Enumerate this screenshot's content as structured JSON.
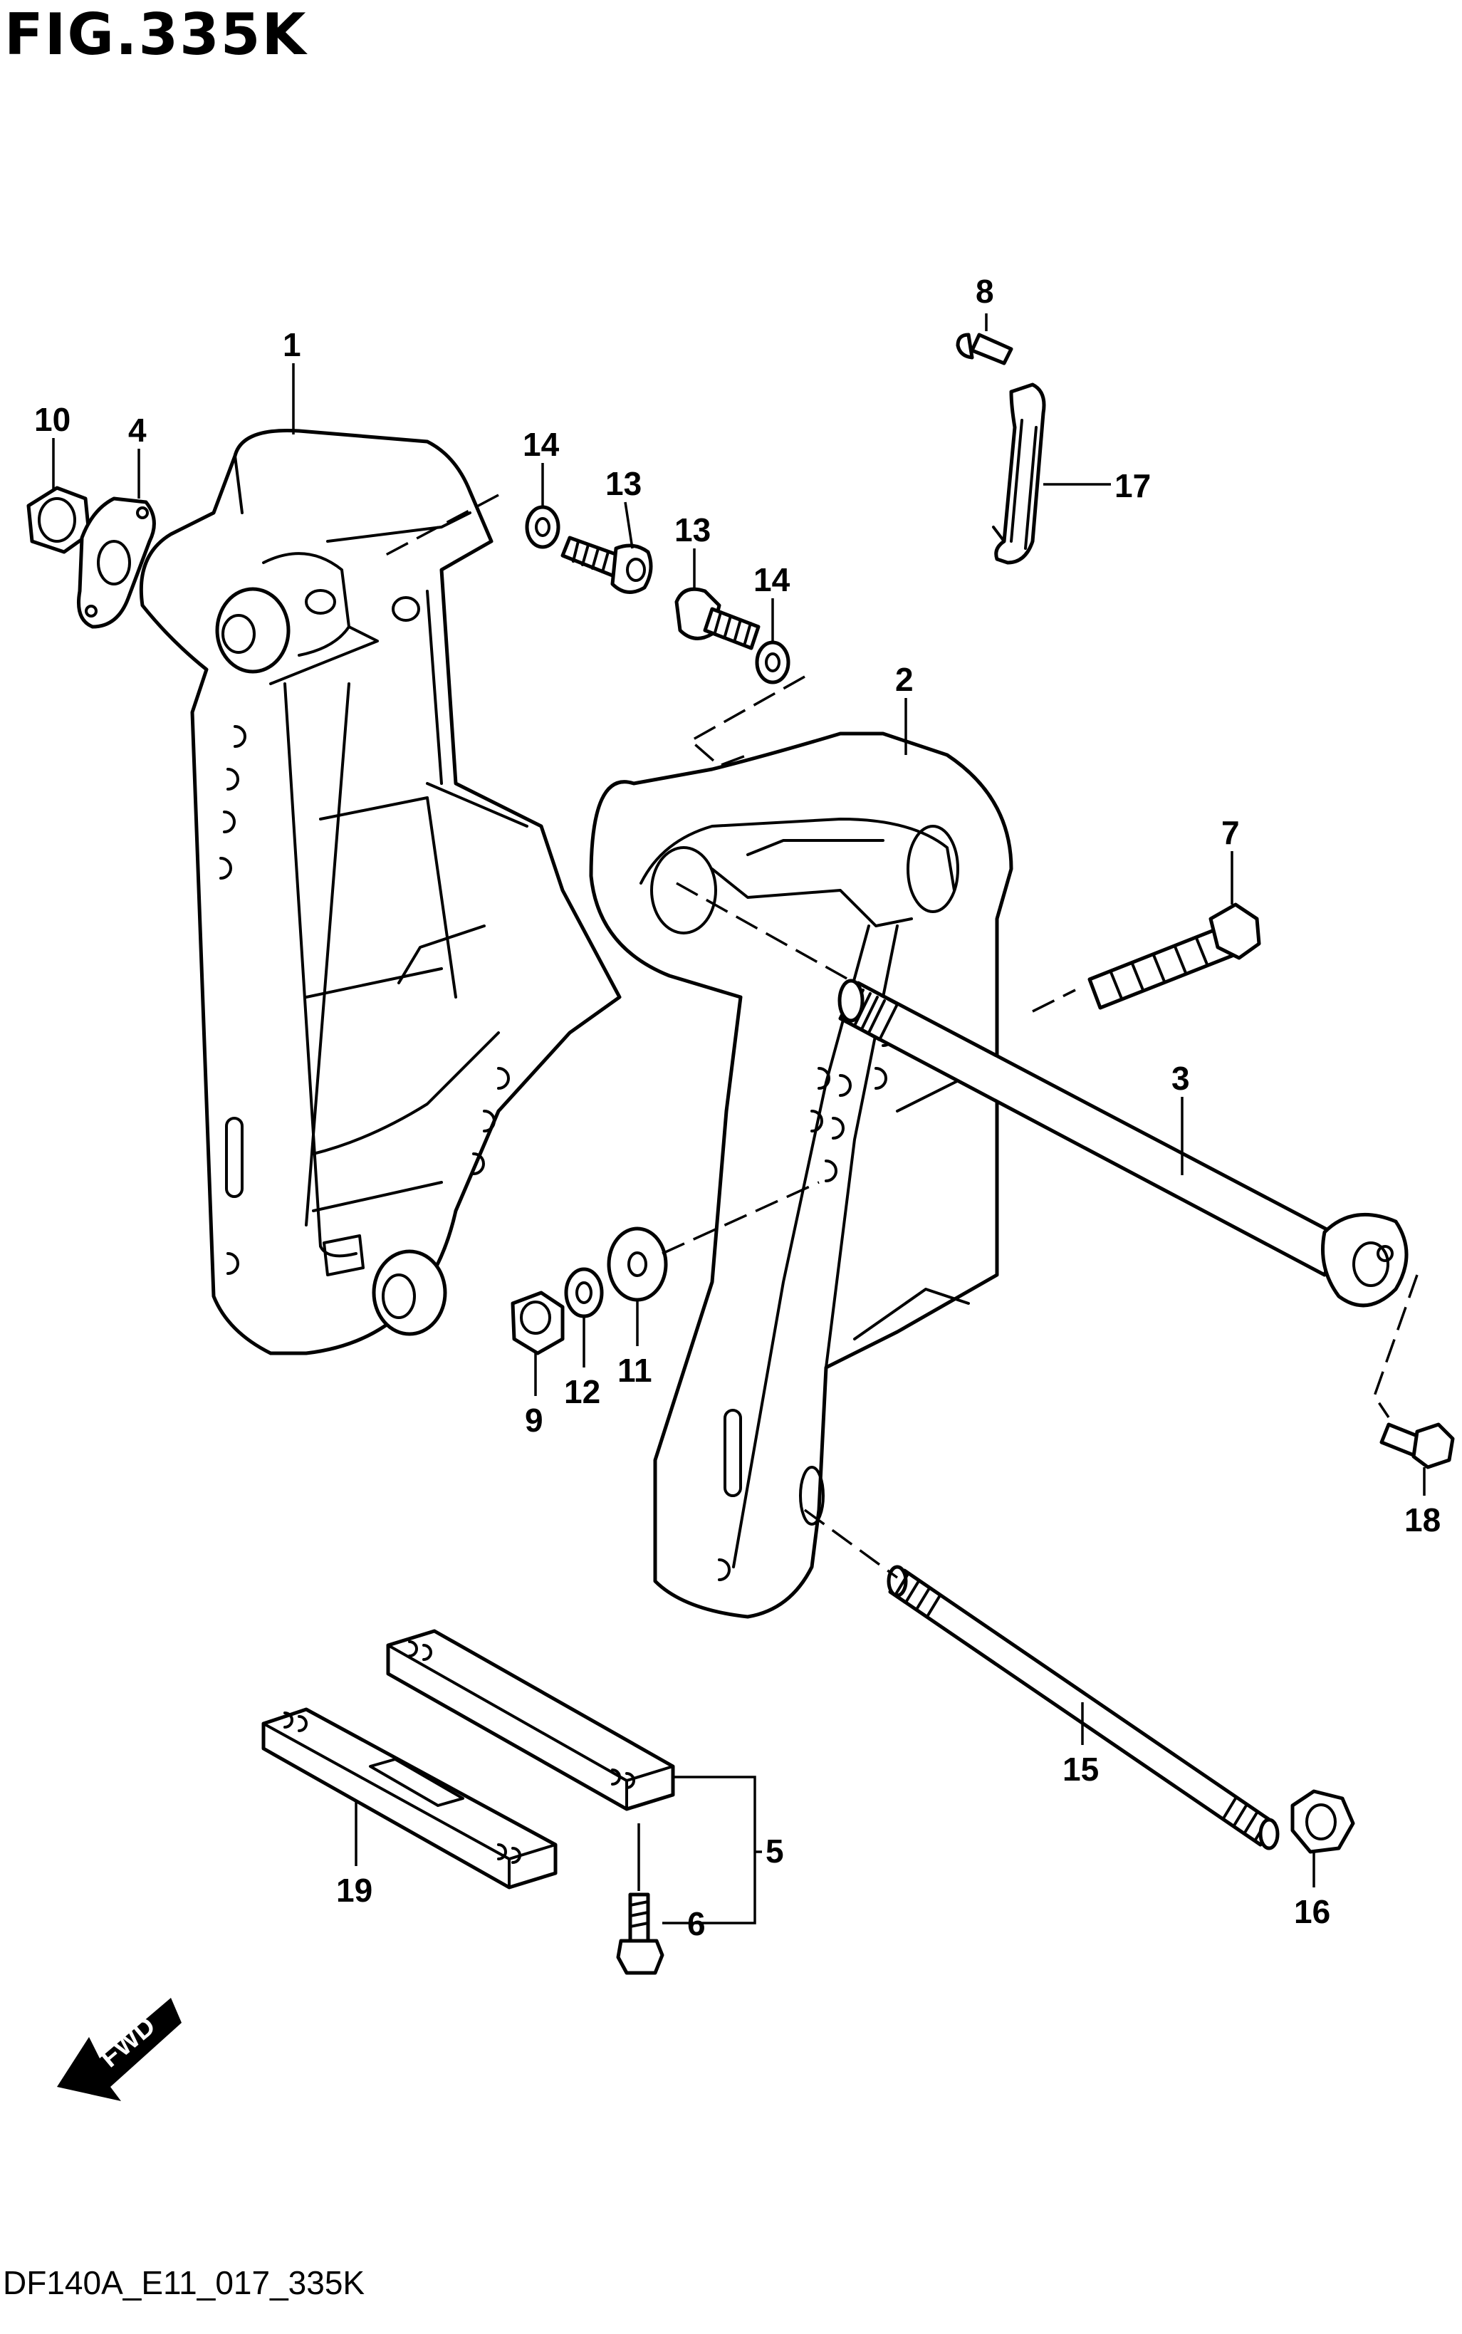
{
  "figure": {
    "title": "FIG.335K",
    "footer_code": "DF140A_E11_017_335K",
    "direction_label": "FWD"
  },
  "callouts": [
    {
      "id": "c1",
      "text": "1"
    },
    {
      "id": "c2",
      "text": "2"
    },
    {
      "id": "c3",
      "text": "3"
    },
    {
      "id": "c4",
      "text": "4"
    },
    {
      "id": "c5",
      "text": "5"
    },
    {
      "id": "c6",
      "text": "6"
    },
    {
      "id": "c7",
      "text": "7"
    },
    {
      "id": "c8",
      "text": "8"
    },
    {
      "id": "c9",
      "text": "9"
    },
    {
      "id": "c10",
      "text": "10"
    },
    {
      "id": "c11",
      "text": "11"
    },
    {
      "id": "c12",
      "text": "12"
    },
    {
      "id": "c13a",
      "text": "13"
    },
    {
      "id": "c13b",
      "text": "13"
    },
    {
      "id": "c14a",
      "text": "14"
    },
    {
      "id": "c14b",
      "text": "14"
    },
    {
      "id": "c15",
      "text": "15"
    },
    {
      "id": "c16",
      "text": "16"
    },
    {
      "id": "c17",
      "text": "17"
    },
    {
      "id": "c18",
      "text": "18"
    },
    {
      "id": "c19",
      "text": "19"
    }
  ]
}
